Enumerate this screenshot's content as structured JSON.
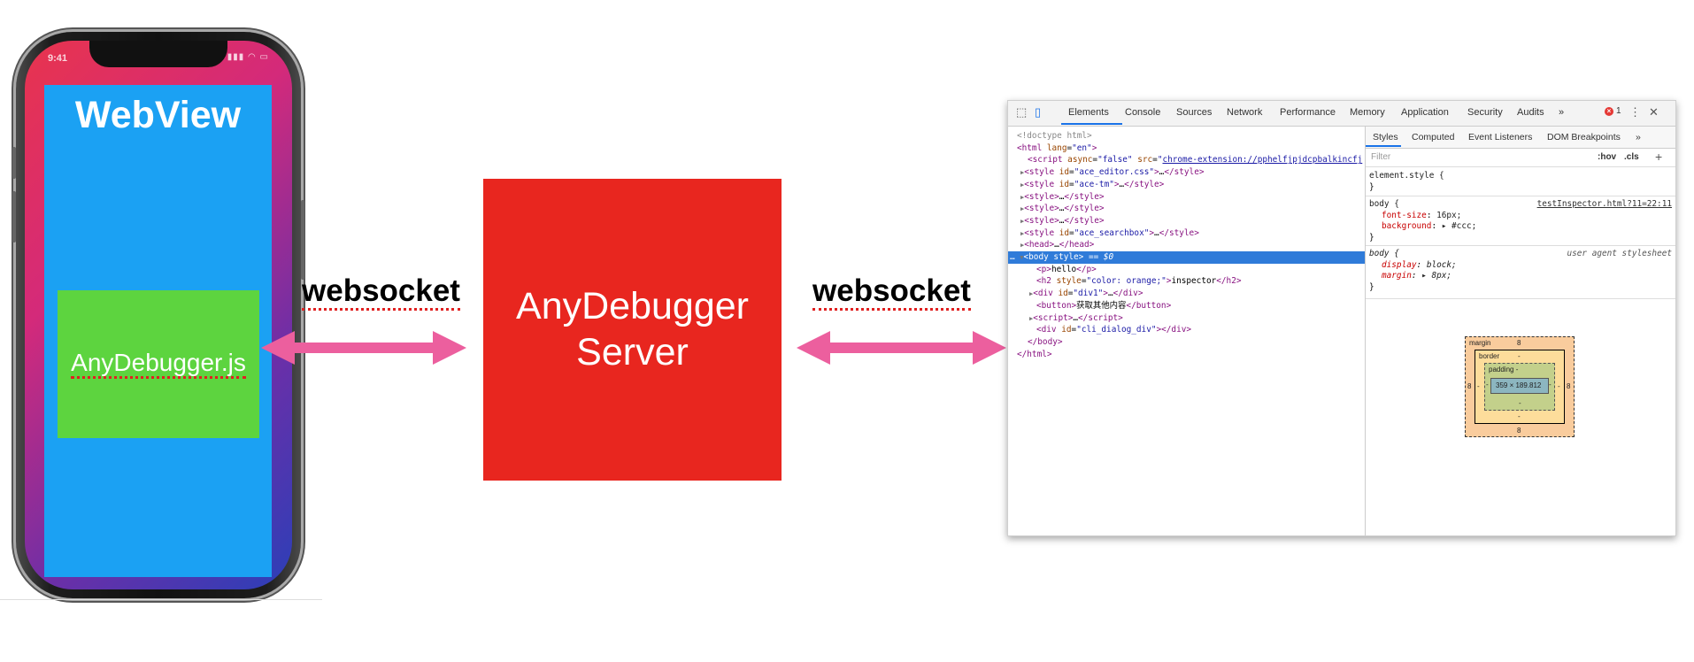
{
  "phone": {
    "status_time": "9:41",
    "webview_title": "WebView",
    "js_label": "AnyDebugger.js"
  },
  "connections": {
    "left_label": "websocket",
    "right_label": "websocket",
    "arrow_color": "#ec5f9e"
  },
  "server": {
    "line1": "AnyDebugger",
    "line2": "Server",
    "color": "#e8261f"
  },
  "devtools": {
    "tabs": [
      "Elements",
      "Console",
      "Sources",
      "Network",
      "Performance",
      "Memory",
      "Application",
      "Security",
      "Audits",
      "»"
    ],
    "error_count": "1",
    "dom_lines": [
      {
        "html": "<span class='cmt'>&lt;!doctype html&gt;</span>",
        "indent": 10
      },
      {
        "html": "<span class='tag'>&lt;html</span> <span class='attr'>lang</span>=<span class='val'>\"en\"</span><span class='tag'>&gt;</span>",
        "indent": 10
      },
      {
        "html": "<span class='tag'>&lt;script</span> <span class='attr'>async</span>=<span class='val'>\"false\"</span> <span class='attr'>src</span>=<span class='val'>\"</span><span class='link'>chrome-extension://pphelfjpjdcpbalkincfj</span>",
        "indent": 22
      },
      {
        "html": "<span class='tri'>▶</span><span class='tag'>&lt;style</span> <span class='attr'>id</span>=<span class='val'>\"ace_editor.css\"</span><span class='tag'>&gt;</span>…<span class='tag'>&lt;/style&gt;</span>",
        "indent": 14
      },
      {
        "html": "<span class='tri'>▶</span><span class='tag'>&lt;style</span> <span class='attr'>id</span>=<span class='val'>\"ace-tm\"</span><span class='tag'>&gt;</span>…<span class='tag'>&lt;/style&gt;</span>",
        "indent": 14
      },
      {
        "html": "<span class='tri'>▶</span><span class='tag'>&lt;style&gt;</span>…<span class='tag'>&lt;/style&gt;</span>",
        "indent": 14
      },
      {
        "html": "<span class='tri'>▶</span><span class='tag'>&lt;style&gt;</span>…<span class='tag'>&lt;/style&gt;</span>",
        "indent": 14
      },
      {
        "html": "<span class='tri'>▶</span><span class='tag'>&lt;style&gt;</span>…<span class='tag'>&lt;/style&gt;</span>",
        "indent": 14
      },
      {
        "html": "<span class='tri'>▶</span><span class='tag'>&lt;style</span> <span class='attr'>id</span>=<span class='val'>\"ace_searchbox\"</span><span class='tag'>&gt;</span>…<span class='tag'>&lt;/style&gt;</span>",
        "indent": 14
      },
      {
        "html": "<span class='tri'>▶</span><span class='tag'>&lt;head&gt;</span>…<span class='tag'>&lt;/head&gt;</span>",
        "indent": 14
      },
      {
        "html": "… <span class='tri'>▼</span><span class='tag'>&lt;body</span> <span class='attr'>style</span><span class='tag'>&gt;</span> == <i>$0</i>",
        "indent": 2,
        "selected": true
      },
      {
        "html": "<span class='tag'>&lt;p&gt;</span>hello<span class='tag'>&lt;/p&gt;</span>",
        "indent": 32
      },
      {
        "html": "<span class='tag'>&lt;h2</span> <span class='attr'>style</span>=<span class='val'>\"color: orange;\"</span><span class='tag'>&gt;</span>inspector<span class='tag'>&lt;/h2&gt;</span>",
        "indent": 32
      },
      {
        "html": "<span class='tri'>▶</span><span class='tag'>&lt;div</span> <span class='attr'>id</span>=<span class='val'>\"div1\"</span><span class='tag'>&gt;</span>…<span class='tag'>&lt;/div&gt;</span>",
        "indent": 24
      },
      {
        "html": "<span class='tag'>&lt;button&gt;</span>获取其他内容<span class='tag'>&lt;/button&gt;</span>",
        "indent": 32
      },
      {
        "html": "<span class='tri'>▶</span><span class='tag'>&lt;script&gt;</span>…<span class='tag'>&lt;/script&gt;</span>",
        "indent": 24
      },
      {
        "html": "<span class='tag'>&lt;div</span> <span class='attr'>id</span>=<span class='val'>\"cli_dialog_div\"</span><span class='tag'>&gt;&lt;/div&gt;</span>",
        "indent": 32
      },
      {
        "html": "<span class='tag'>&lt;/body&gt;</span>",
        "indent": 22
      },
      {
        "html": "<span class='tag'>&lt;/html&gt;</span>",
        "indent": 10
      }
    ],
    "styles_tabs": [
      "Styles",
      "Computed",
      "Event Listeners",
      "DOM Breakpoints",
      "»"
    ],
    "filter_placeholder": "Filter",
    "hov": ":hov",
    "cls": ".cls",
    "plus": "+",
    "element_style": "element.style {",
    "close_brace": "}",
    "body_rule": {
      "selector": "body {",
      "source": "testInspector.html?11=22:11",
      "props": [
        {
          "name": "font-size",
          "value": "16px;"
        },
        {
          "name": "background",
          "value": "▸ #ccc;"
        }
      ]
    },
    "ua_rule": {
      "selector": "body {",
      "source": "user agent stylesheet",
      "props": [
        {
          "name": "display",
          "value": "block;"
        },
        {
          "name": "margin",
          "value": "▸ 8px;"
        }
      ]
    },
    "box_model": {
      "margin_label": "margin",
      "margin_top": "8",
      "margin_bottom": "8",
      "margin_left": "8",
      "margin_right": "8",
      "border_label": "border",
      "border_top": "-",
      "border_bottom": "-",
      "border_left": "-",
      "border_right": "-",
      "padding_label": "padding -",
      "padding_bottom": "-",
      "padding_left": "-",
      "padding_right": "-",
      "content": "359 × 189.812"
    }
  }
}
